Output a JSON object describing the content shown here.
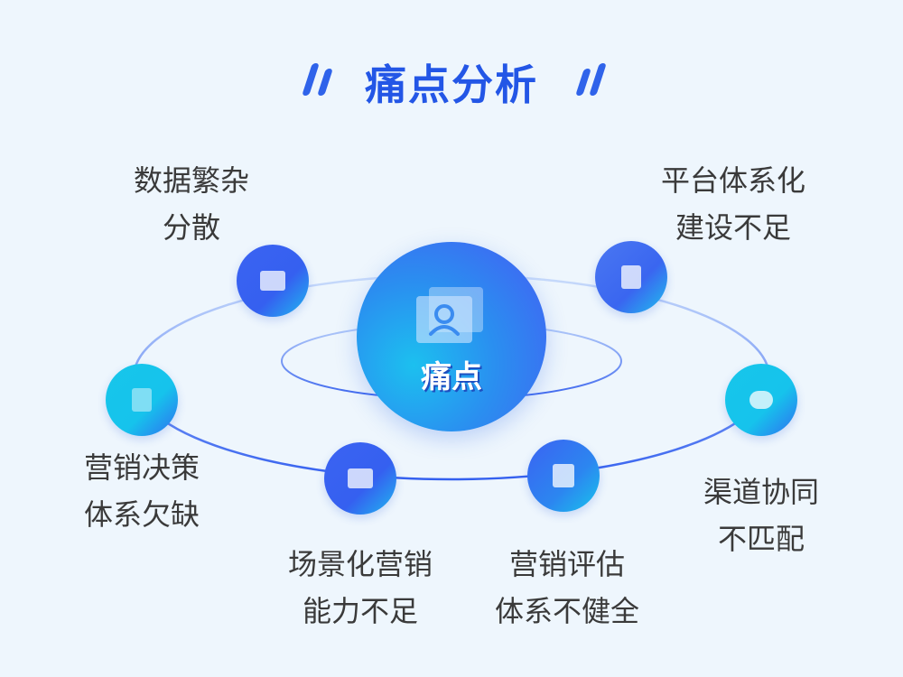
{
  "title": "痛点分析",
  "center": {
    "label": "痛点",
    "icon": "user-profile-icon"
  },
  "nodes": [
    {
      "label_line1": "数据繁杂",
      "label_line2": "分散",
      "icon": "monitor-chart-icon"
    },
    {
      "label_line1": "平台体系化",
      "label_line2": "建设不足",
      "icon": "document-icon"
    },
    {
      "label_line1": "营销决策",
      "label_line2": "体系欠缺",
      "icon": "presentation-file-icon"
    },
    {
      "label_line1": "渠道协同",
      "label_line2": "不匹配",
      "icon": "chat-bubble-icon"
    },
    {
      "label_line1": "场景化营销",
      "label_line2": "能力不足",
      "icon": "briefcase-icon"
    },
    {
      "label_line1": "营销评估",
      "label_line2": "体系不健全",
      "icon": "notebook-icon"
    }
  ]
}
